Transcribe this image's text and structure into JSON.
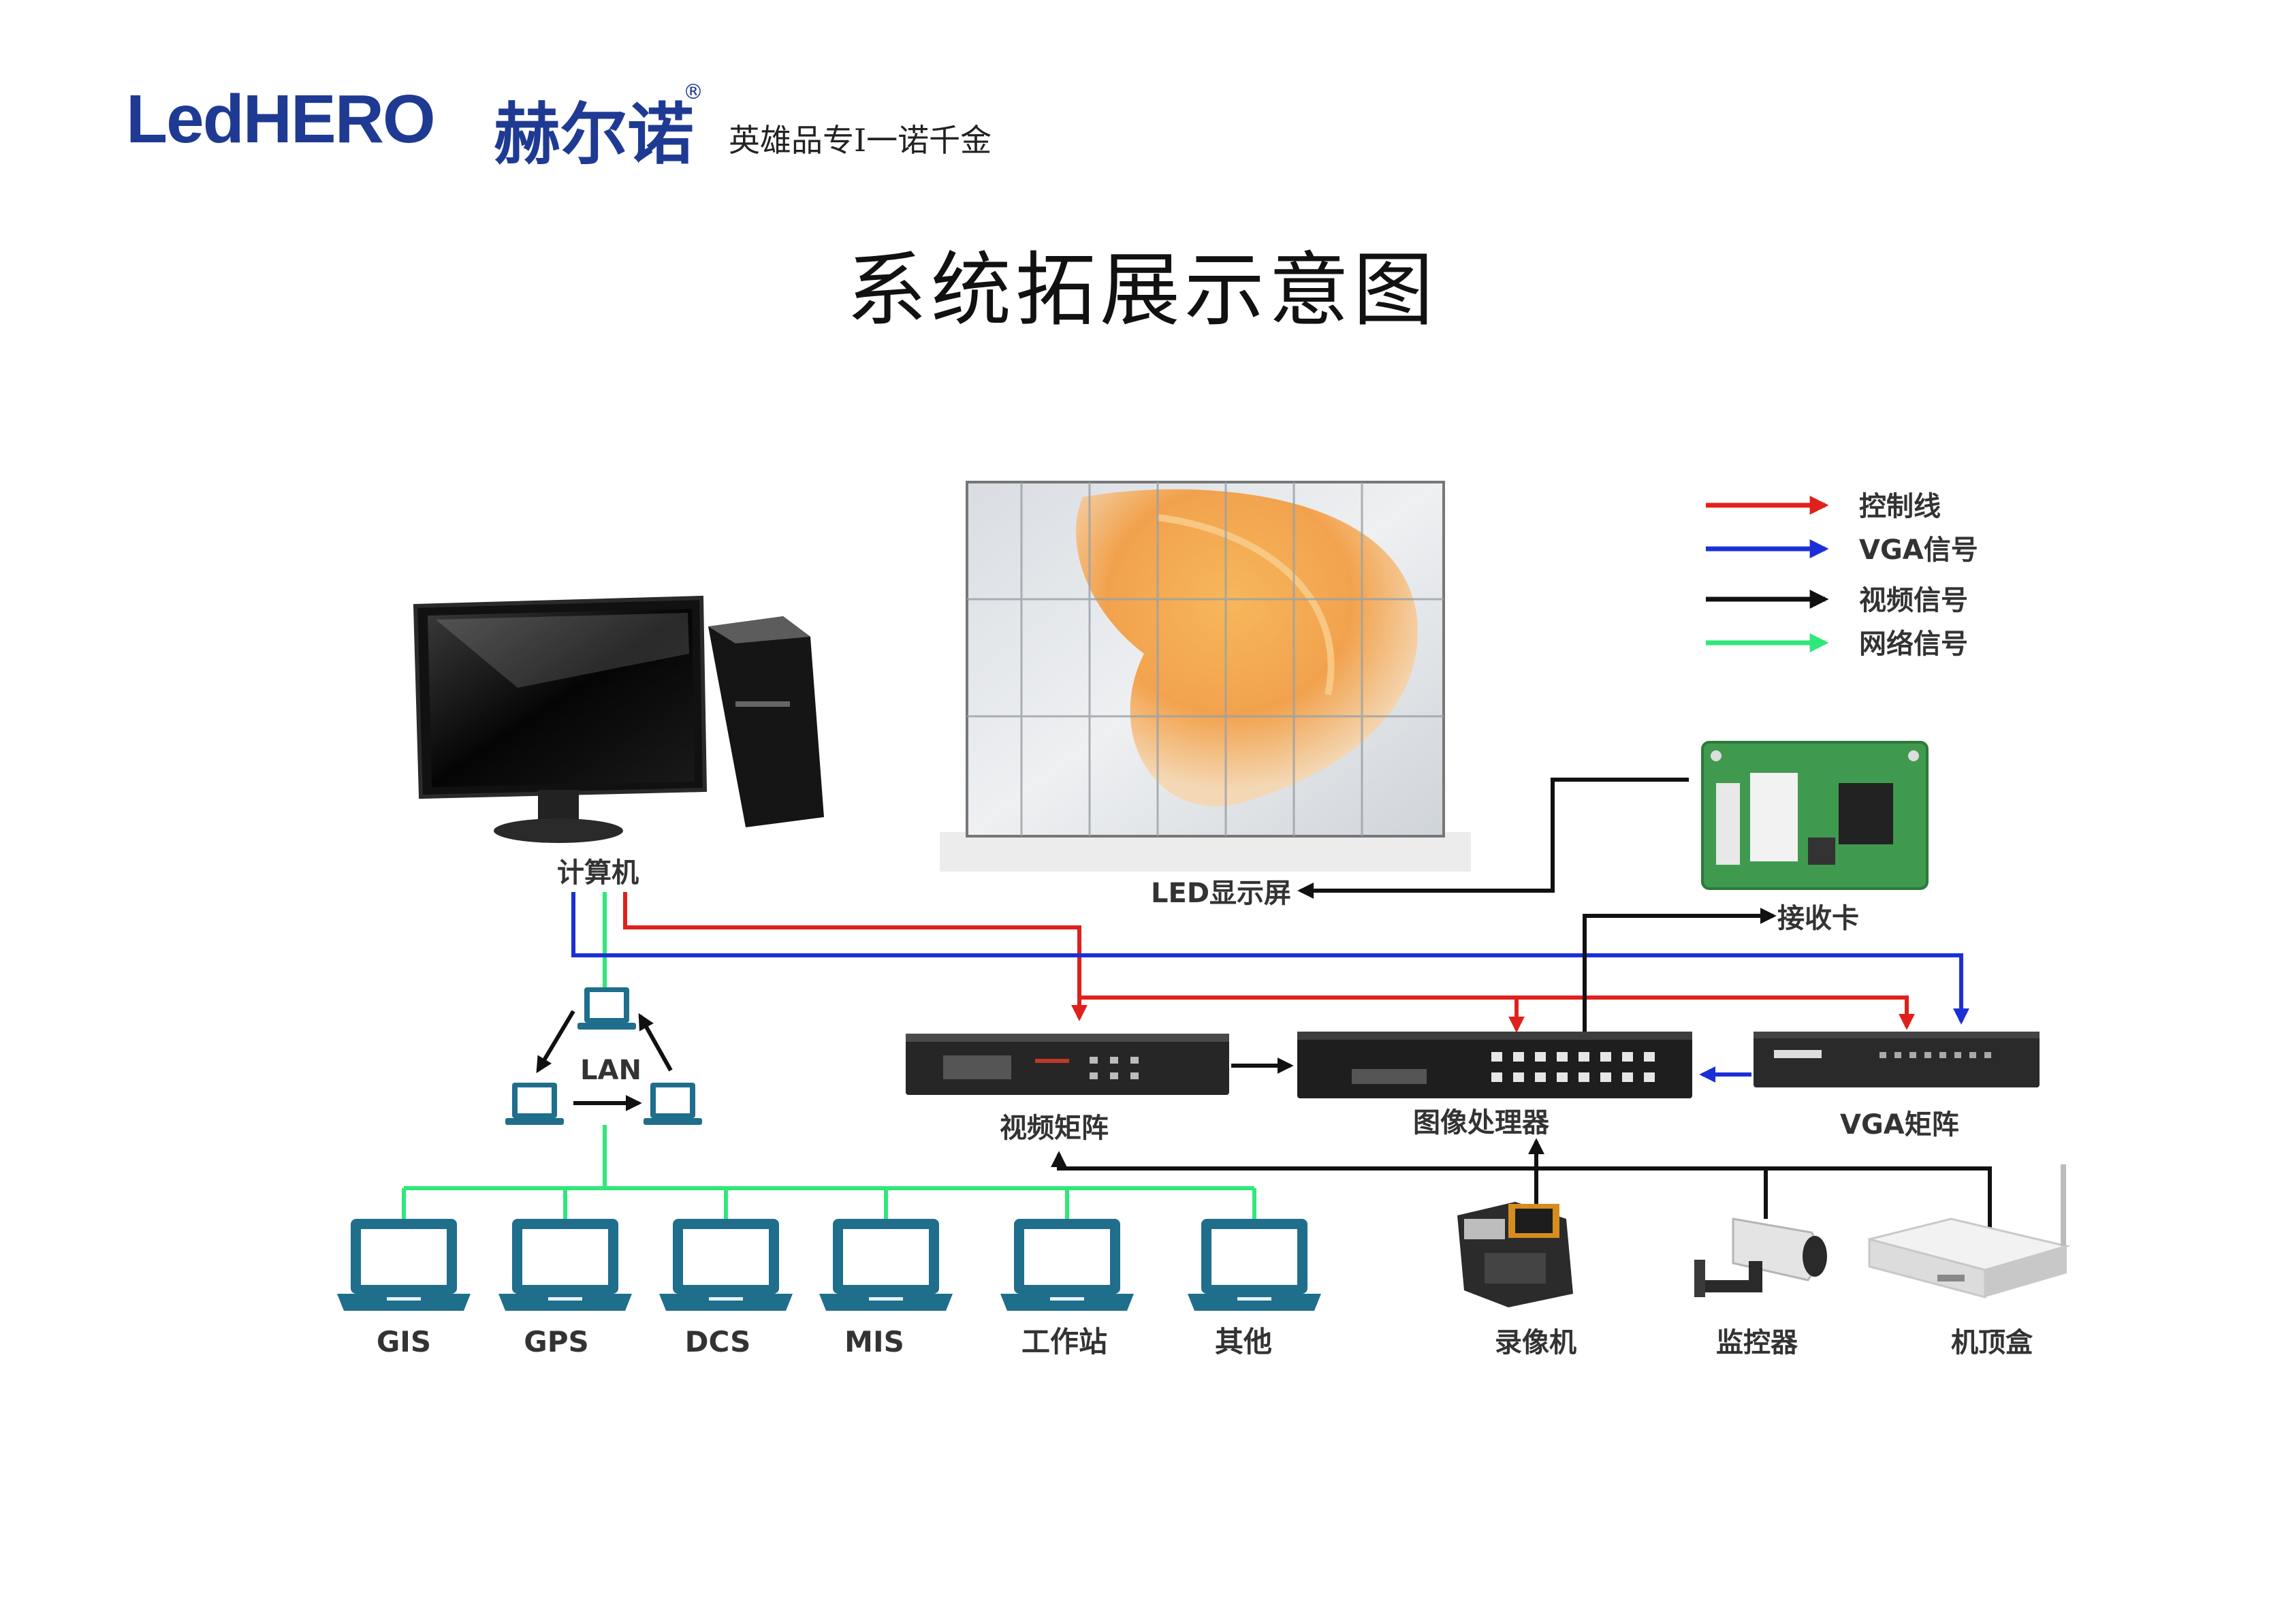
{
  "header": {
    "brand_latin": "LedHERO",
    "brand_cn": "赫尔诺",
    "brand_reg": "®",
    "tagline": "英雄品专I一诺千金"
  },
  "title": "系统拓展示意图",
  "legend": [
    {
      "label": "控制线",
      "color": "#e0201b"
    },
    {
      "label": "VGA信号",
      "color": "#1b2fd8"
    },
    {
      "label": "视频信号",
      "color": "#111111"
    },
    {
      "label": "网络信号",
      "color": "#2ee87a"
    }
  ],
  "nodes": {
    "computer": "计算机",
    "led_screen": "LED显示屏",
    "receiver_card": "接收卡",
    "lan": "LAN",
    "video_matrix": "视频矩阵",
    "image_processor": "图像处理器",
    "vga_matrix": "VGA矩阵"
  },
  "terminals": [
    "GIS",
    "GPS",
    "DCS",
    "MIS",
    "工作站",
    "其他"
  ],
  "sources": [
    "录像机",
    "监控器",
    "机顶盒"
  ]
}
